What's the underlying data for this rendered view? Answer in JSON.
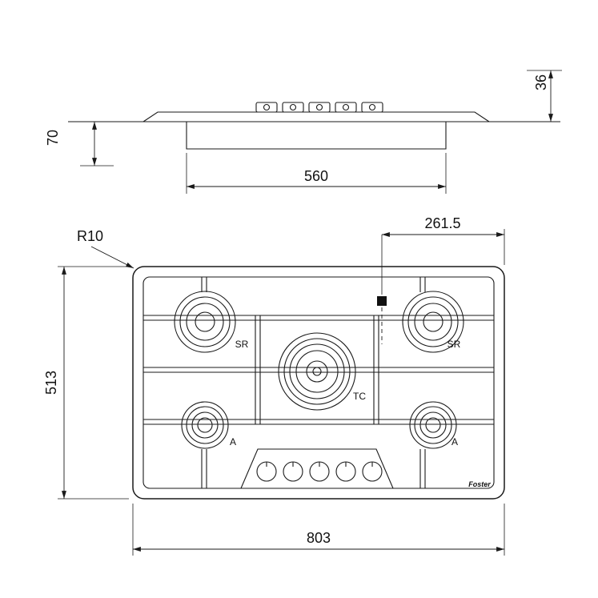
{
  "drawing": {
    "side_view": {
      "dim_height_above": "36",
      "dim_depth_below": "70",
      "dim_cutout_width": "560"
    },
    "plan_view": {
      "dim_corner_radius": "R10",
      "dim_inlet_offset": "261.5",
      "dim_depth": "513",
      "dim_width": "803",
      "burners": {
        "top_left": "SR",
        "top_right": "SR",
        "center": "TC",
        "bottom_left": "A",
        "bottom_right": "A"
      },
      "brand": "Foster"
    }
  }
}
